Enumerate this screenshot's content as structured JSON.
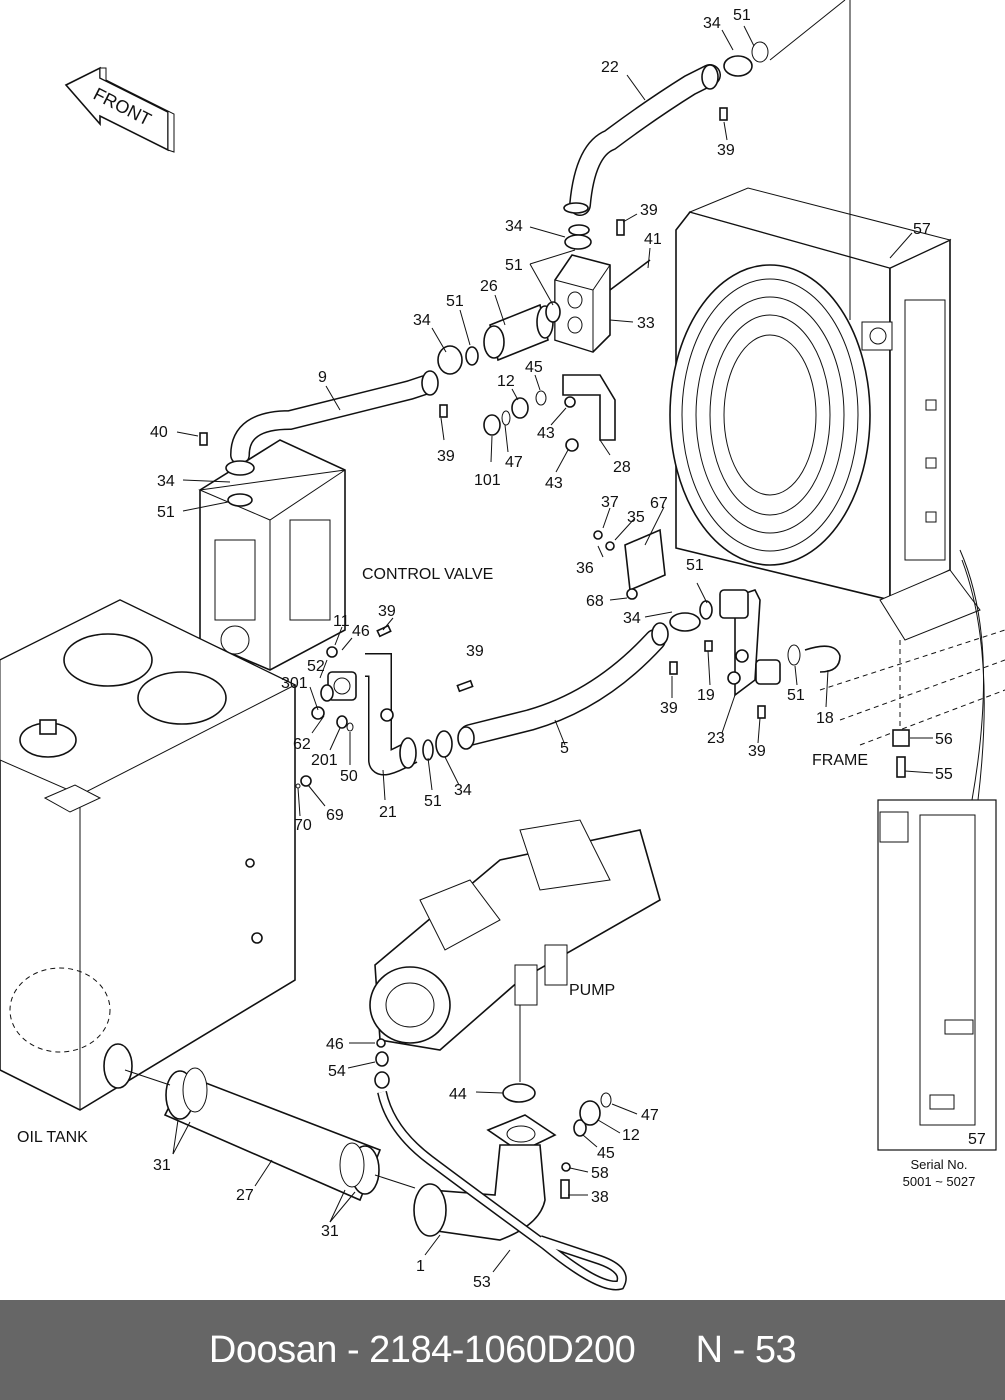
{
  "footer": {
    "brand": "Doosan",
    "separator": " - ",
    "part_number": "2184-1060D200",
    "page_ref": "N - 53"
  },
  "captions": {
    "front": "FRONT",
    "control_valve": "CONTROL VALVE",
    "frame": "FRAME",
    "pump": "PUMP",
    "oil_tank": "OIL TANK",
    "serial_title": "Serial No.",
    "serial_range": "5001 ~ 5027"
  },
  "inset": {
    "part_ref": "57"
  },
  "callouts": [
    {
      "id": "c1",
      "text": "34"
    },
    {
      "id": "c2",
      "text": "51"
    },
    {
      "id": "c3",
      "text": "22"
    },
    {
      "id": "c4",
      "text": "39"
    },
    {
      "id": "c5",
      "text": "34"
    },
    {
      "id": "c6",
      "text": "39"
    },
    {
      "id": "c7",
      "text": "41"
    },
    {
      "id": "c8",
      "text": "51"
    },
    {
      "id": "c9",
      "text": "57"
    },
    {
      "id": "c10",
      "text": "51"
    },
    {
      "id": "c11",
      "text": "26"
    },
    {
      "id": "c12",
      "text": "34"
    },
    {
      "id": "c13",
      "text": "33"
    },
    {
      "id": "c14",
      "text": "9"
    },
    {
      "id": "c15",
      "text": "45"
    },
    {
      "id": "c16",
      "text": "12"
    },
    {
      "id": "c17",
      "text": "40"
    },
    {
      "id": "c18",
      "text": "43"
    },
    {
      "id": "c19",
      "text": "39"
    },
    {
      "id": "c20",
      "text": "47"
    },
    {
      "id": "c21",
      "text": "101"
    },
    {
      "id": "c22",
      "text": "28"
    },
    {
      "id": "c23",
      "text": "43"
    },
    {
      "id": "c24",
      "text": "34"
    },
    {
      "id": "c25",
      "text": "51"
    },
    {
      "id": "c26",
      "text": "37"
    },
    {
      "id": "c27",
      "text": "35"
    },
    {
      "id": "c28",
      "text": "67"
    },
    {
      "id": "c29",
      "text": "36"
    },
    {
      "id": "c30",
      "text": "51"
    },
    {
      "id": "c31",
      "text": "68"
    },
    {
      "id": "c32",
      "text": "34"
    },
    {
      "id": "c33",
      "text": "39"
    },
    {
      "id": "c34",
      "text": "11"
    },
    {
      "id": "c35",
      "text": "46"
    },
    {
      "id": "c36",
      "text": "52"
    },
    {
      "id": "c37",
      "text": "39"
    },
    {
      "id": "c38",
      "text": "301"
    },
    {
      "id": "c39",
      "text": "19"
    },
    {
      "id": "c40",
      "text": "39"
    },
    {
      "id": "c41",
      "text": "51"
    },
    {
      "id": "c42",
      "text": "18"
    },
    {
      "id": "c43",
      "text": "62"
    },
    {
      "id": "c44",
      "text": "201"
    },
    {
      "id": "c45",
      "text": "5"
    },
    {
      "id": "c46",
      "text": "23"
    },
    {
      "id": "c47",
      "text": "39"
    },
    {
      "id": "c48",
      "text": "56"
    },
    {
      "id": "c49",
      "text": "50"
    },
    {
      "id": "c50",
      "text": "51"
    },
    {
      "id": "c51",
      "text": "34"
    },
    {
      "id": "c52",
      "text": "55"
    },
    {
      "id": "c53",
      "text": "70"
    },
    {
      "id": "c54",
      "text": "69"
    },
    {
      "id": "c55",
      "text": "21"
    },
    {
      "id": "c56",
      "text": "46"
    },
    {
      "id": "c57",
      "text": "54"
    },
    {
      "id": "c58",
      "text": "44"
    },
    {
      "id": "c59",
      "text": "47"
    },
    {
      "id": "c60",
      "text": "12"
    },
    {
      "id": "c61",
      "text": "45"
    },
    {
      "id": "c62",
      "text": "58"
    },
    {
      "id": "c63",
      "text": "38"
    },
    {
      "id": "c64",
      "text": "31"
    },
    {
      "id": "c65",
      "text": "27"
    },
    {
      "id": "c66",
      "text": "31"
    },
    {
      "id": "c67",
      "text": "1"
    },
    {
      "id": "c68",
      "text": "53"
    }
  ]
}
